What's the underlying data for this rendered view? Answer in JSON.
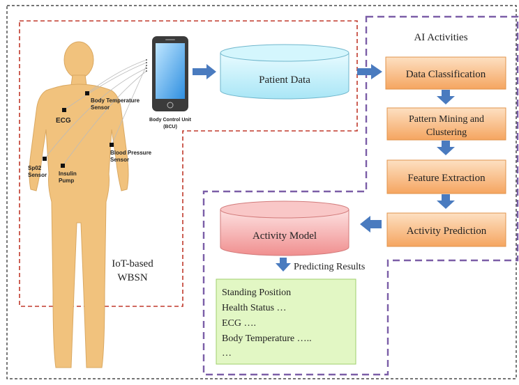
{
  "wbsn": {
    "label_line1": "IoT-based",
    "label_line2": "WBSN"
  },
  "sensors": {
    "body_temp_line1": "Body Temperature",
    "body_temp_line2": "Sensor",
    "ecg": "ECG",
    "blood_pressure_line1": "Blood Pressure",
    "blood_pressure_line2": "Sensor",
    "spo2_line1": "Sp02",
    "spo2_line2": "Sensor",
    "insulin_line1": "Insulin",
    "insulin_line2": "Pump"
  },
  "bcu": {
    "label_line1": "Body Control Unit",
    "label_line2": "(BCU)"
  },
  "patient_data": {
    "label": "Patient Data"
  },
  "ai": {
    "title": "AI Activities",
    "steps": [
      "Data Classification",
      "Pattern Mining and",
      "Clustering",
      "Feature Extraction",
      "Activity Prediction"
    ]
  },
  "activity_model": {
    "label": "Activity Model"
  },
  "results": {
    "header": "Predicting Results",
    "lines": [
      "Standing Position",
      "Health Status  …",
      "ECG ….",
      "Body Temperature  …..",
      "…"
    ]
  },
  "colors": {
    "red_dash": "#c0392b",
    "purple_dash": "#7b5ea7",
    "black_dash": "#222222",
    "arrow": "#4a7bbf",
    "orange_fill": "#f9b77a",
    "cyan_fill": "#bfeefa",
    "pink_fill": "#f7a6a6",
    "green_fill": "#e2f7c4",
    "skin": "#f1c27d"
  }
}
